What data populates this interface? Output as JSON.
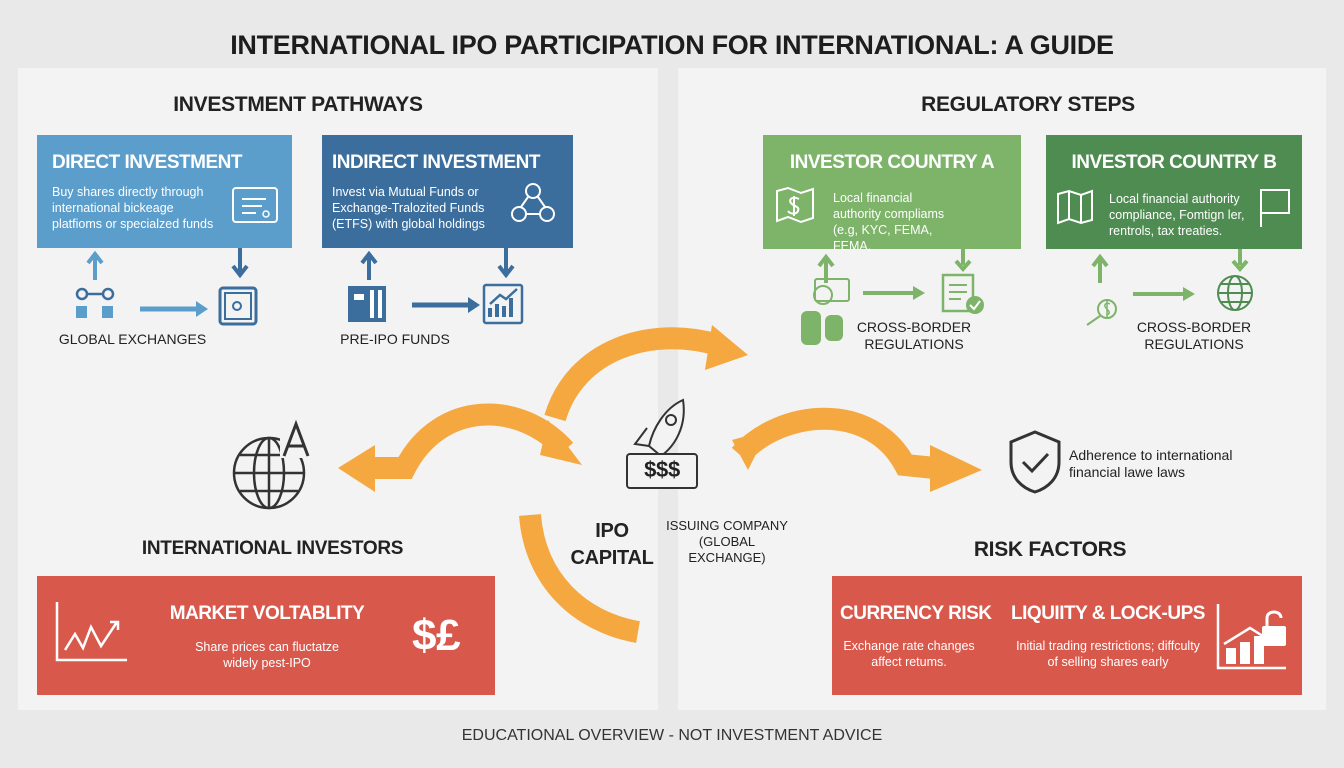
{
  "title": "INTERNATIONAL IPO PARTICIPATION FOR INTERNATIONAL: A GUIDE",
  "pathways": {
    "heading": "INVESTMENT PATHWAYS",
    "direct": {
      "title": "DIRECT INVESTMENT",
      "desc": "Buy shares directly through international bickeage platfioms or specialzed funds"
    },
    "indirect": {
      "title": "INDIRECT INVESTMENT",
      "desc": "Invest via Mutual Funds or Exchange-Tralozited Funds (ETFS) with global holdings"
    },
    "global_exchanges": "GLOBAL EXCHANGES",
    "pre_ipo": "PRE-IPO FUNDS"
  },
  "regulatory": {
    "heading": "REGULATORY STEPS",
    "country_a": {
      "title": "INVESTOR COUNTRY A",
      "desc": "Local financial authority compliams (e.g, KYC, FEMA, FEMA,"
    },
    "country_b": {
      "title": "INVESTOR COUNTRY B",
      "desc": "Local financial authority compliance, Fomtign ler, rentrols, tax treaties."
    },
    "cross_a": "CROSS-BORDER REGULATIONS",
    "cross_b": "CROSS-BORDER REGULATIONS"
  },
  "center": {
    "ipo_capital": "IPO CAPITAL",
    "issuing": "ISSUING COMPANY (GLOBAL EXCHANGE)",
    "money": "$$$"
  },
  "investors": {
    "heading": "INTERNATIONAL INVESTORS",
    "globe_letter": "A"
  },
  "adherence": "Adherence to international financial lawe laws",
  "volatility": {
    "title": "MARKET VOLTABLITY",
    "desc": "Share prices can fluctatze widely pest-IPO",
    "symbols": "$£"
  },
  "risk": {
    "heading": "RISK FACTORS",
    "currency": {
      "title": "CURRENCY RISK",
      "desc": "Exchange rate changes affect retums."
    },
    "liquidity": {
      "title": "LIQUIITY & LOCK-UPS",
      "desc": "Initial trading restrictions; diffculty of selling shares early"
    }
  },
  "footer": "EDUCATIONAL OVERVIEW - NOT INVESTMENT ADVICE",
  "colors": {
    "direct": "#5b9ecb",
    "indirect": "#3b6e9d",
    "country_a": "#7db46a",
    "country_b": "#4f8c52",
    "risk": "#d9584c",
    "arrow": "#f4a83f"
  }
}
